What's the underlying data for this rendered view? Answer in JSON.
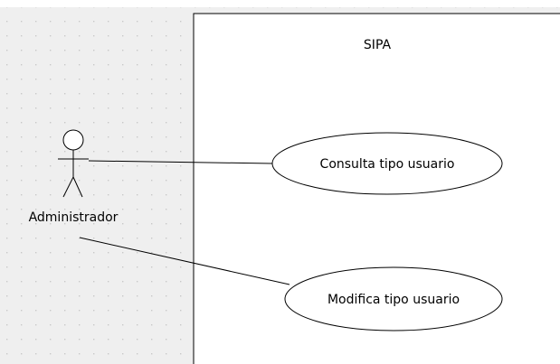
{
  "diagram": {
    "type": "uml-use-case",
    "system": {
      "title": "SIPA"
    },
    "actor": {
      "name": "Administrador"
    },
    "use_cases": [
      {
        "id": "uc1",
        "label": "Consulta tipo usuario"
      },
      {
        "id": "uc2",
        "label": "Modifica tipo usuario"
      }
    ]
  },
  "colors": {
    "canvas_background": "#efefef",
    "grid_dot": "#c8c8c8",
    "system_fill": "#ffffff",
    "stroke": "#000000"
  }
}
